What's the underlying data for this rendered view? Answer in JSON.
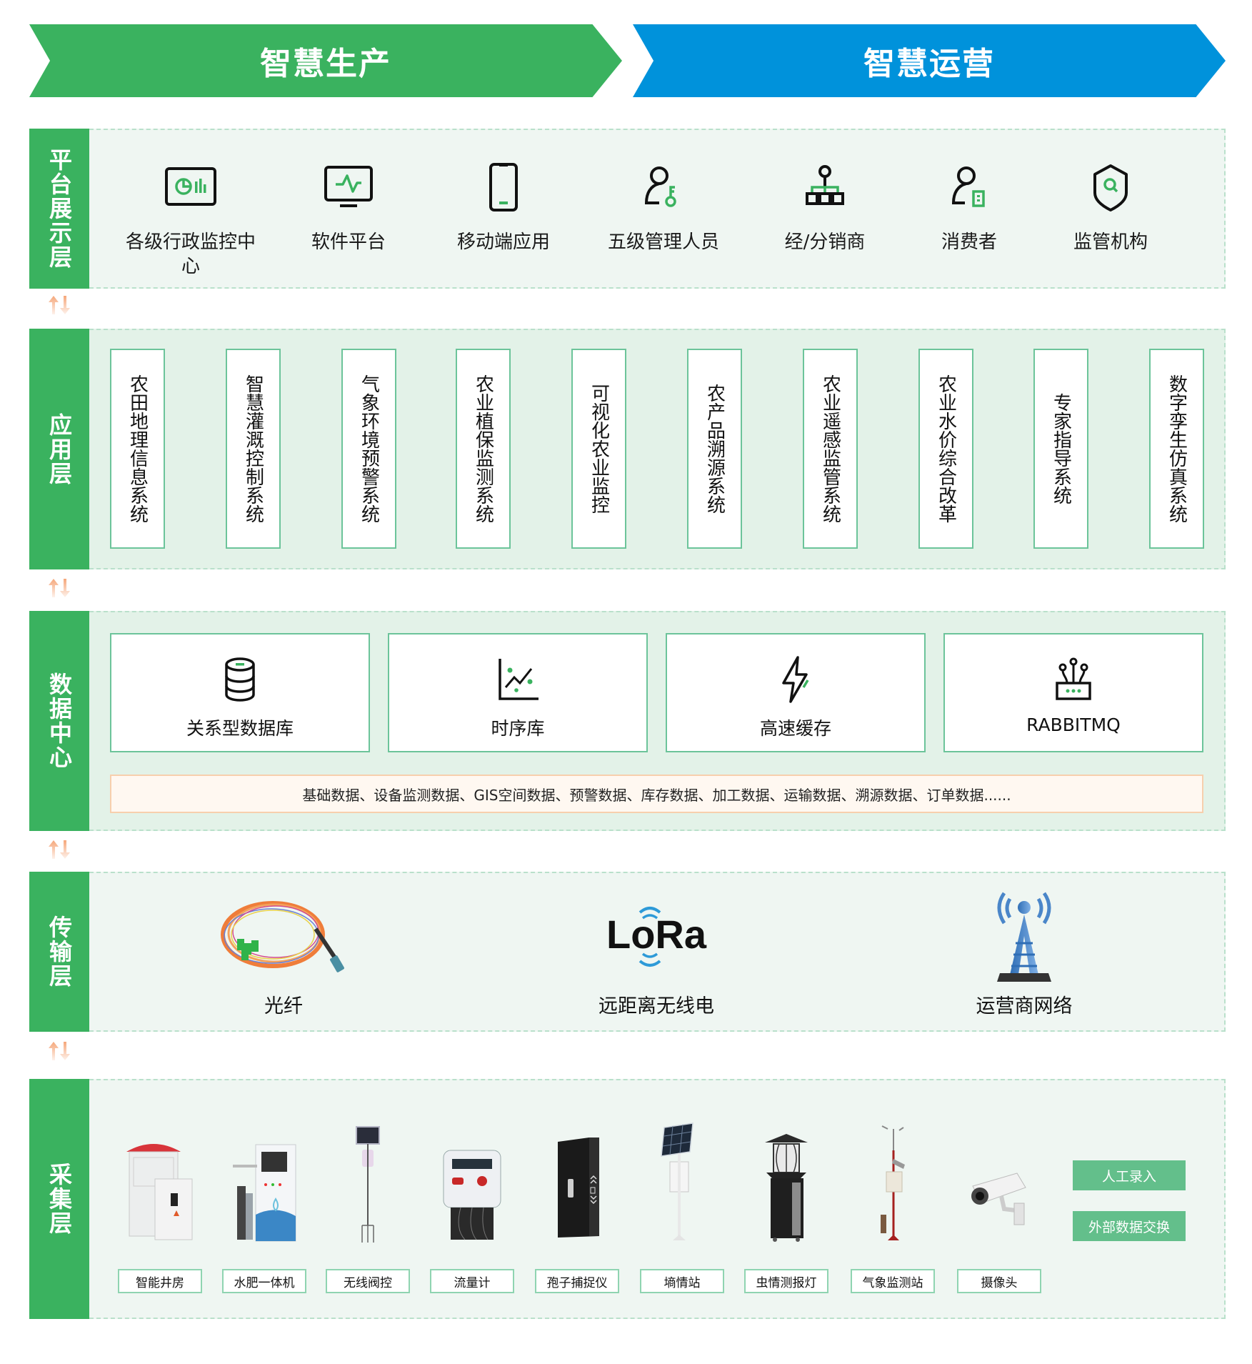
{
  "banners": {
    "left": {
      "label": "智慧生产",
      "color": "#3ab25f"
    },
    "right": {
      "label": "智慧运营",
      "color": "#0092db"
    }
  },
  "layers": {
    "platform": {
      "label": "平台展示层",
      "items": [
        {
          "label": "各级行政监控中心",
          "icon": "dashboard-monitor-icon"
        },
        {
          "label": "软件平台",
          "icon": "monitor-pulse-icon"
        },
        {
          "label": "移动端应用",
          "icon": "mobile-phone-icon"
        },
        {
          "label": "五级管理人员",
          "icon": "user-key-icon"
        },
        {
          "label": "经/分销商",
          "icon": "org-hierarchy-icon"
        },
        {
          "label": "消费者",
          "icon": "user-card-icon"
        },
        {
          "label": "监管机构",
          "icon": "shield-search-icon"
        }
      ]
    },
    "application": {
      "label": "应用层",
      "items": [
        "农田地理信息系统",
        "智慧灌溉控制系统",
        "气象环境预警系统",
        "农业植保监测系统",
        "可视化农业监控",
        "农产品溯源系统",
        "农业遥感监管系统",
        "农业水价综合改革",
        "专家指导系统",
        "数字孪生仿真系统"
      ]
    },
    "datacenter": {
      "label": "数据中心",
      "items": [
        {
          "label": "关系型数据库",
          "icon": "database-icon"
        },
        {
          "label": "时序库",
          "icon": "scatter-chart-icon"
        },
        {
          "label": "高速缓存",
          "icon": "lightning-icon"
        },
        {
          "label": "RABBITMQ",
          "icon": "router-icon"
        }
      ],
      "data_types": "基础数据、设备监测数据、GIS空间数据、预警数据、库存数据、加工数据、运输数据、溯源数据、订单数据......"
    },
    "transport": {
      "label": "传输层",
      "items": [
        {
          "label": "光纤",
          "icon": "fiber-optic-cable-icon"
        },
        {
          "label": "远距离无线电",
          "icon": "lora-logo-icon",
          "logo_text": "LoRa"
        },
        {
          "label": "运营商网络",
          "icon": "signal-tower-icon"
        }
      ]
    },
    "collection": {
      "label": "采集层",
      "devices": [
        "智能井房",
        "水肥一体机",
        "无线阀控",
        "流量计",
        "孢子捕捉仪",
        "墒情站",
        "虫情测报灯",
        "气象监测站",
        "摄像头"
      ],
      "side_buttons": [
        "人工录入",
        "外部数据交换"
      ]
    }
  },
  "colors": {
    "layer_label": "#3ab25f",
    "card_border": "#6cc49a",
    "icon_accent": "#3ab25f",
    "arrow": "#f5a77a",
    "side_button": "#63bf8b"
  }
}
